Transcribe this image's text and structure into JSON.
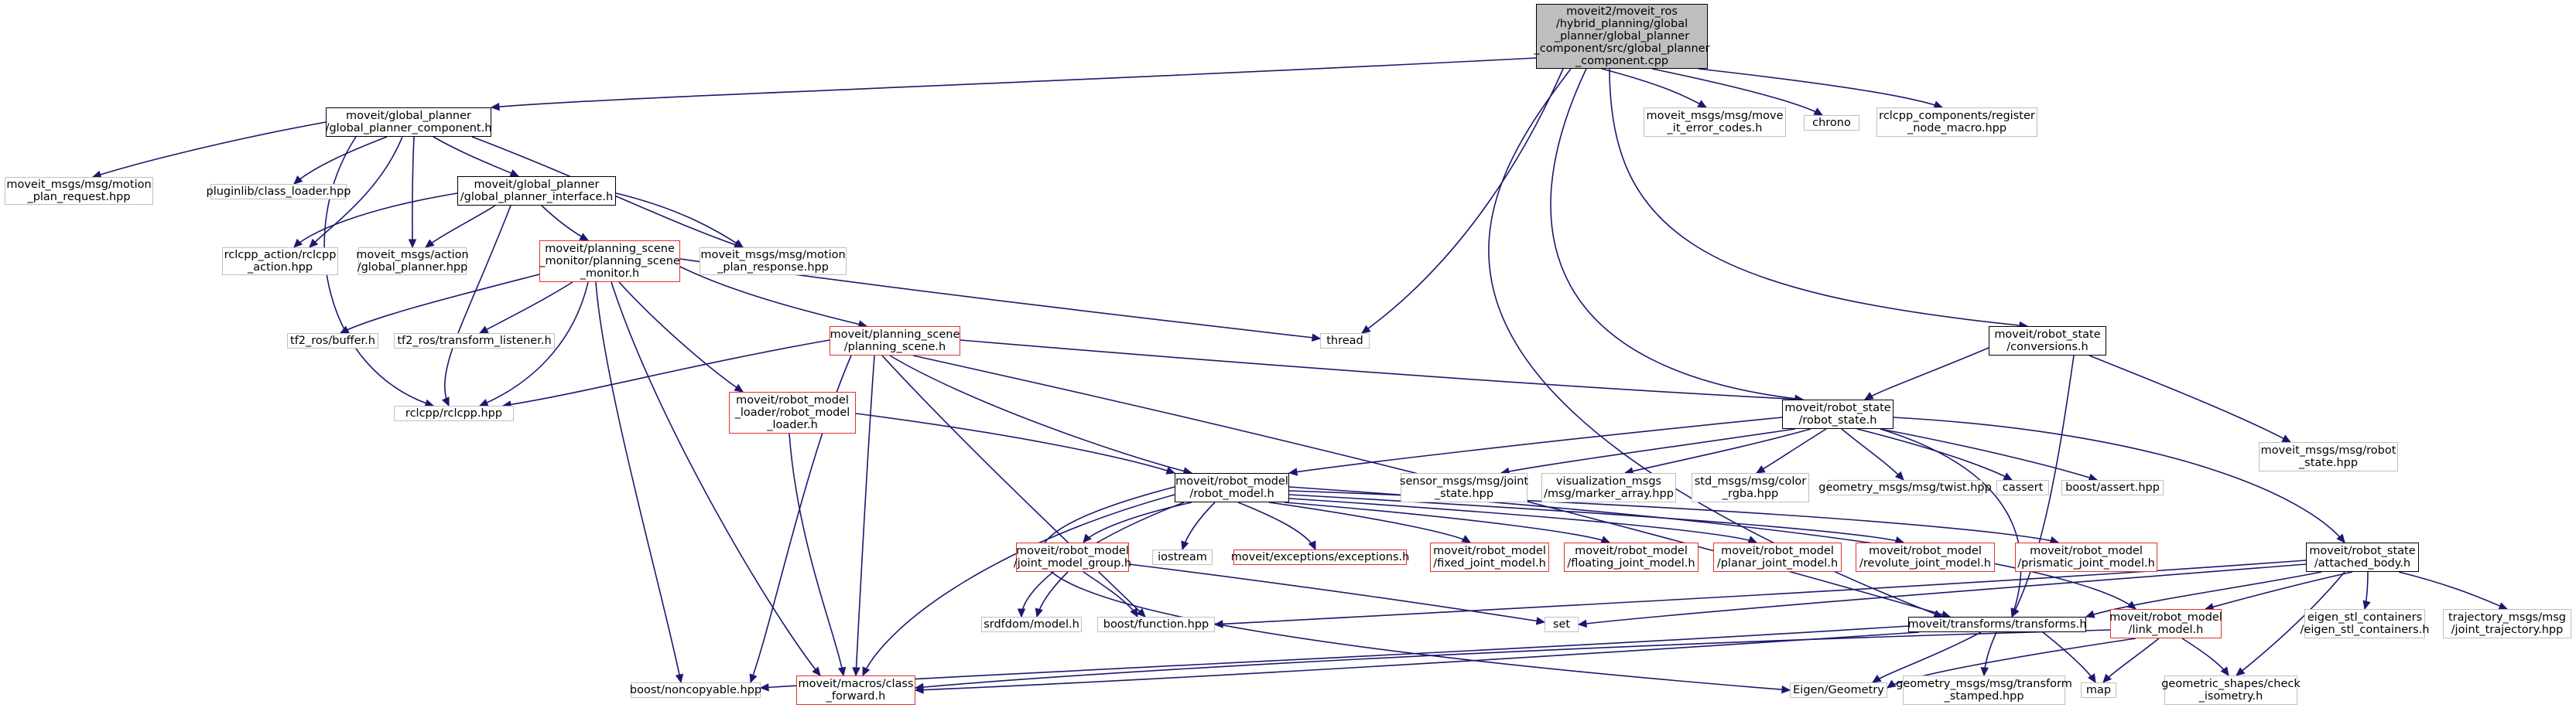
{
  "nodes": {
    "root": "moveit2/moveit_ros\n/hybrid_planning/global\n_planner/global_planner\n_component/src/global_planner\n_component.cpp",
    "gpc_h": "moveit/global_planner\n/global_planner_component.h",
    "gpi_h": "moveit/global_planner\n/global_planner_interface.h",
    "motion_plan_request": "moveit_msgs/msg/motion\n_plan_request.hpp",
    "class_loader": "pluginlib/class_loader.hpp",
    "rclcpp_action": "rclcpp_action/rclcpp\n_action.hpp",
    "global_planner_action": "moveit_msgs/action\n/global_planner.hpp",
    "motion_plan_response": "moveit_msgs/msg/motion\n_plan_response.hpp",
    "psm_h": "moveit/planning_scene\n_monitor/planning_scene\n_monitor.h",
    "tf2_buffer": "tf2_ros/buffer.h",
    "tf2_listener": "tf2_ros/transform_listener.h",
    "ps_h": "moveit/planning_scene\n/planning_scene.h",
    "thread": "thread",
    "move_it_error_codes": "moveit_msgs/msg/move\n_it_error_codes.h",
    "chrono": "chrono",
    "register_node_macro": "rclcpp_components/register\n_node_macro.hpp",
    "rs_conversions": "moveit/robot_state\n/conversions.h",
    "robot_state_msg": "moveit_msgs/msg/robot\n_state.hpp",
    "rml_h": "moveit/robot_model\n_loader/robot_model\n_loader.h",
    "rclcpp": "rclcpp/rclcpp.hpp",
    "rs_h": "moveit/robot_state\n/robot_state.h",
    "joint_state": "sensor_msgs/msg/joint\n_state.hpp",
    "marker_array": "visualization_msgs\n/msg/marker_array.hpp",
    "color_rgba": "std_msgs/msg/color\n_rgba.hpp",
    "twist": "geometry_msgs/msg/twist.hpp",
    "cassert": "cassert",
    "boost_assert": "boost/assert.hpp",
    "rm_h": "moveit/robot_model\n/robot_model.h",
    "jmg_h": "moveit/robot_model\n/joint_model_group.h",
    "iostream": "iostream",
    "exceptions": "moveit/exceptions/exceptions.h",
    "fixed_joint": "moveit/robot_model\n/fixed_joint_model.h",
    "floating_joint": "moveit/robot_model\n/floating_joint_model.h",
    "planar_joint": "moveit/robot_model\n/planar_joint_model.h",
    "revolute_joint": "moveit/robot_model\n/revolute_joint_model.h",
    "prismatic_joint": "moveit/robot_model\n/prismatic_joint_model.h",
    "attached_body": "moveit/robot_state\n/attached_body.h",
    "srdfdom": "srdfdom/model.h",
    "boost_function": "boost/function.hpp",
    "set": "set",
    "transforms_h": "moveit/transforms/transforms.h",
    "link_model": "moveit/robot_model\n/link_model.h",
    "eigen_stl": "eigen_stl_containers\n/eigen_stl_containers.h",
    "joint_trajectory": "trajectory_msgs/msg\n/joint_trajectory.hpp",
    "boost_noncopyable": "boost/noncopyable.hpp",
    "class_forward": "moveit/macros/class\n_forward.h",
    "eigen_geometry": "Eigen/Geometry",
    "transform_stamped": "geometry_msgs/msg/transform\n_stamped.hpp",
    "map": "map",
    "check_isometry": "geometric_shapes/check\n_isometry.h"
  },
  "colors": {
    "edge": "#191970",
    "border_normal": "#000000",
    "border_red": "#e2312b",
    "border_gray": "#bfbfbf",
    "root_fill": "#bfbfbf"
  }
}
